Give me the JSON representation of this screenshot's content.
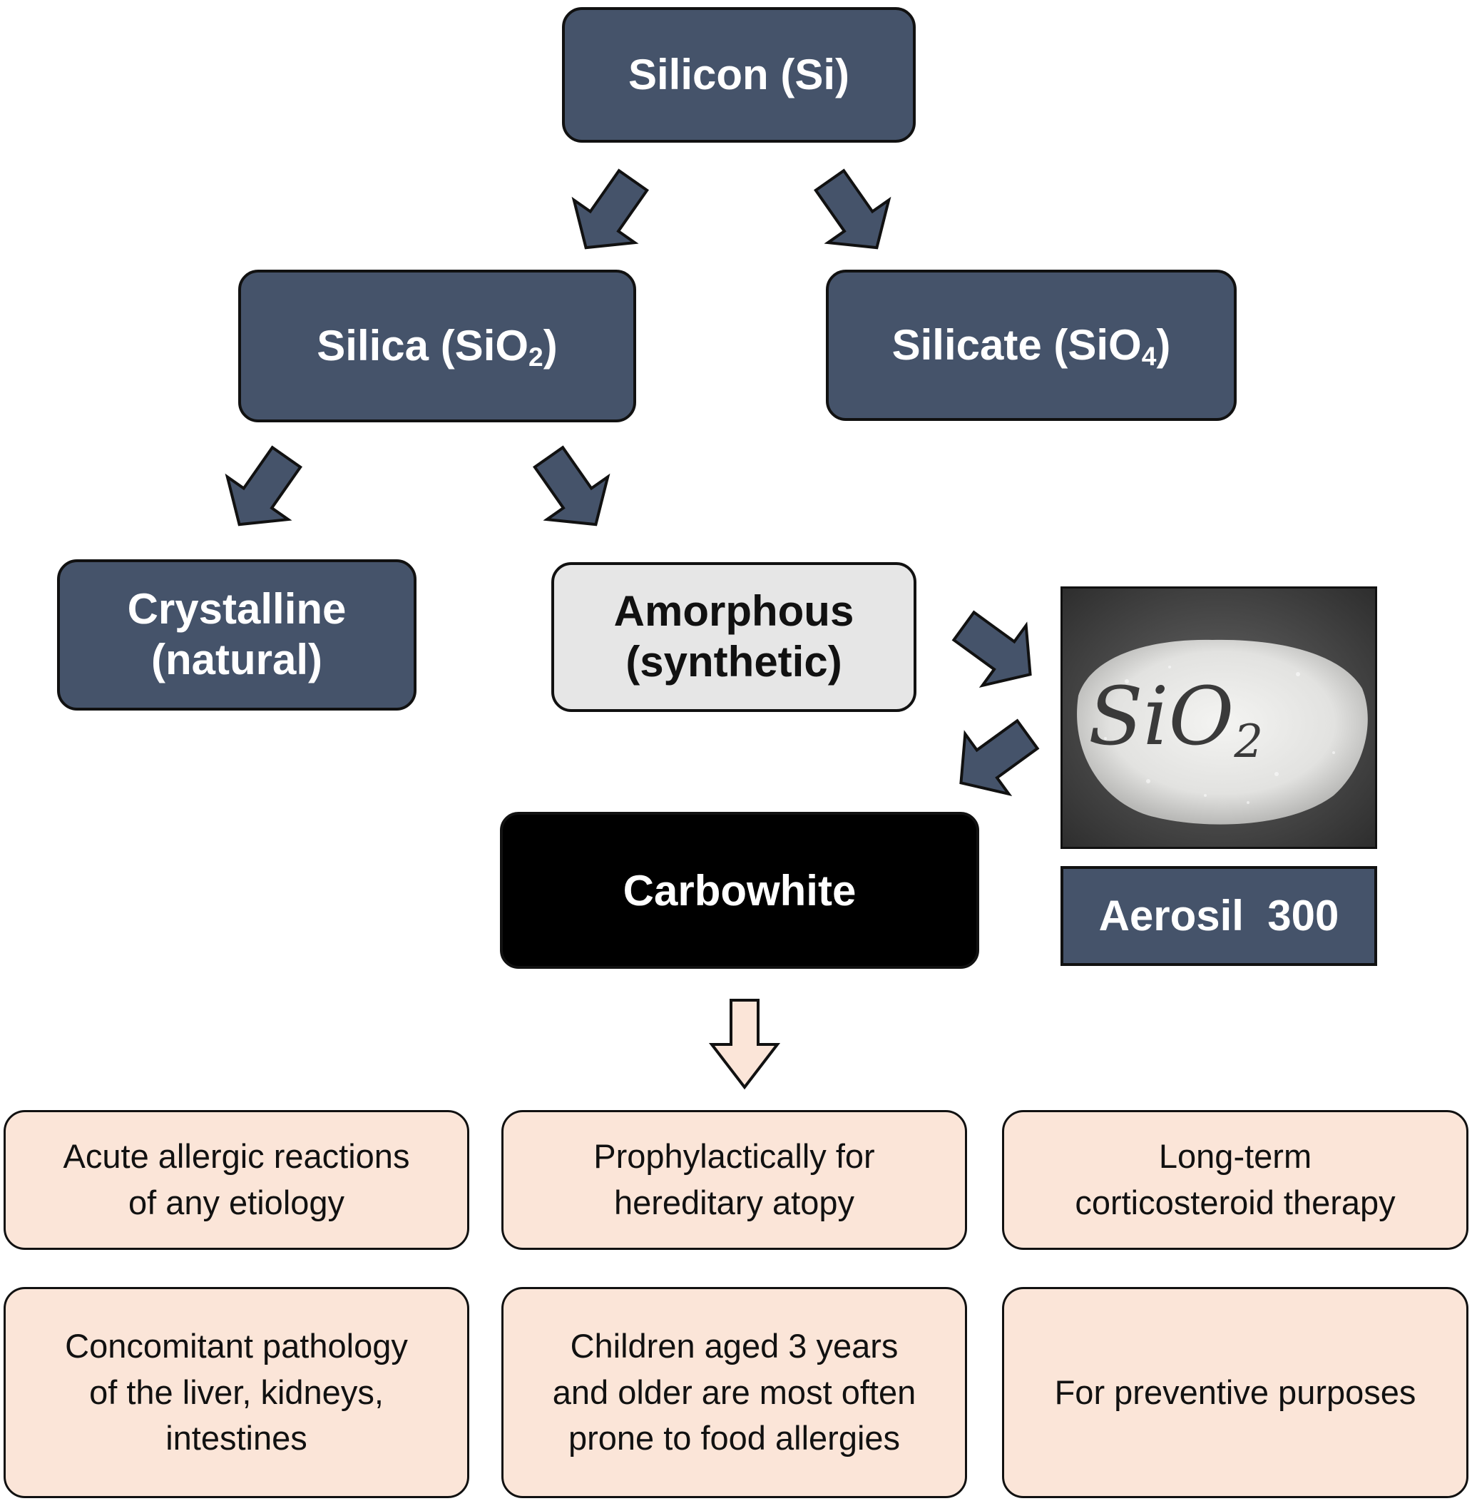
{
  "nodes": {
    "silicon": "Silicon (Si)",
    "silica": {
      "text": "Silica (SiO",
      "sub": "2",
      "close": ")"
    },
    "silicate": {
      "text": "Silicate (SiO",
      "sub": "4",
      "close": ")"
    },
    "crystalline": {
      "line1": "Crystalline",
      "line2": "(natural)"
    },
    "amorphous": {
      "line1": "Amorphous",
      "line2": "(synthetic)"
    },
    "carbowhite": "Carbowhite",
    "aerosil": "Aerosil  300"
  },
  "photo": {
    "writing": "SiO",
    "writing_sub": "2"
  },
  "indications": [
    [
      "Acute allergic reactions",
      "of any etiology"
    ],
    [
      "Prophylactically for",
      "hereditary atopy"
    ],
    [
      "Long-term",
      "corticosteroid therapy"
    ],
    [
      "Concomitant pathology",
      "of the liver, kidneys,",
      "intestines"
    ],
    [
      "Children aged 3 years",
      "and older are most often",
      "prone to food allergies"
    ],
    [
      "For preventive purposes"
    ]
  ],
  "colors": {
    "node_dark": "#45536a",
    "node_light": "#e6e6e6",
    "node_black": "#000000",
    "indication_fill": "#fbe5d8",
    "arrow_fill": "#45536a"
  }
}
